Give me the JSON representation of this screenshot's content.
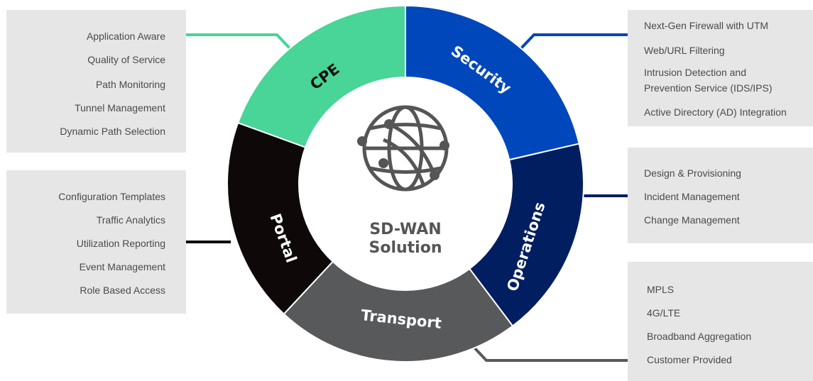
{
  "center": {
    "line1": "SD-WAN",
    "line2": "Solution",
    "icon": "globe-network-icon"
  },
  "segments": [
    {
      "key": "cpe",
      "label": "CPE",
      "color": "#48d597",
      "text_color": "#111111"
    },
    {
      "key": "security",
      "label": "Security",
      "color": "#0047bb",
      "text_color": "#ffffff"
    },
    {
      "key": "operations",
      "label": "Operations",
      "color": "#001e60",
      "text_color": "#ffffff"
    },
    {
      "key": "transport",
      "label": "Transport",
      "color": "#58595b",
      "text_color": "#ffffff"
    },
    {
      "key": "portal",
      "label": "Portal",
      "color": "#0e0808",
      "text_color": "#ffffff"
    }
  ],
  "panels": {
    "cpe": [
      "Application Aware",
      "Quality of Service",
      "Path Monitoring",
      "Tunnel Management",
      "Dynamic Path Selection"
    ],
    "portal": [
      "Configuration Templates",
      "Traffic Analytics",
      "Utilization Reporting",
      "Event Management",
      "Role Based Access"
    ],
    "security": [
      "Next-Gen Firewall with UTM",
      "Web/URL Filtering",
      "Intrusion Detection and",
      "Prevention Service (IDS/IPS)",
      "Active Directory (AD) Integration"
    ],
    "operations": [
      "Design & Provisioning",
      "Incident Management",
      "Change Management"
    ],
    "transport": [
      "MPLS",
      "4G/LTE",
      "Broadband Aggregation",
      "Customer Provided"
    ]
  }
}
